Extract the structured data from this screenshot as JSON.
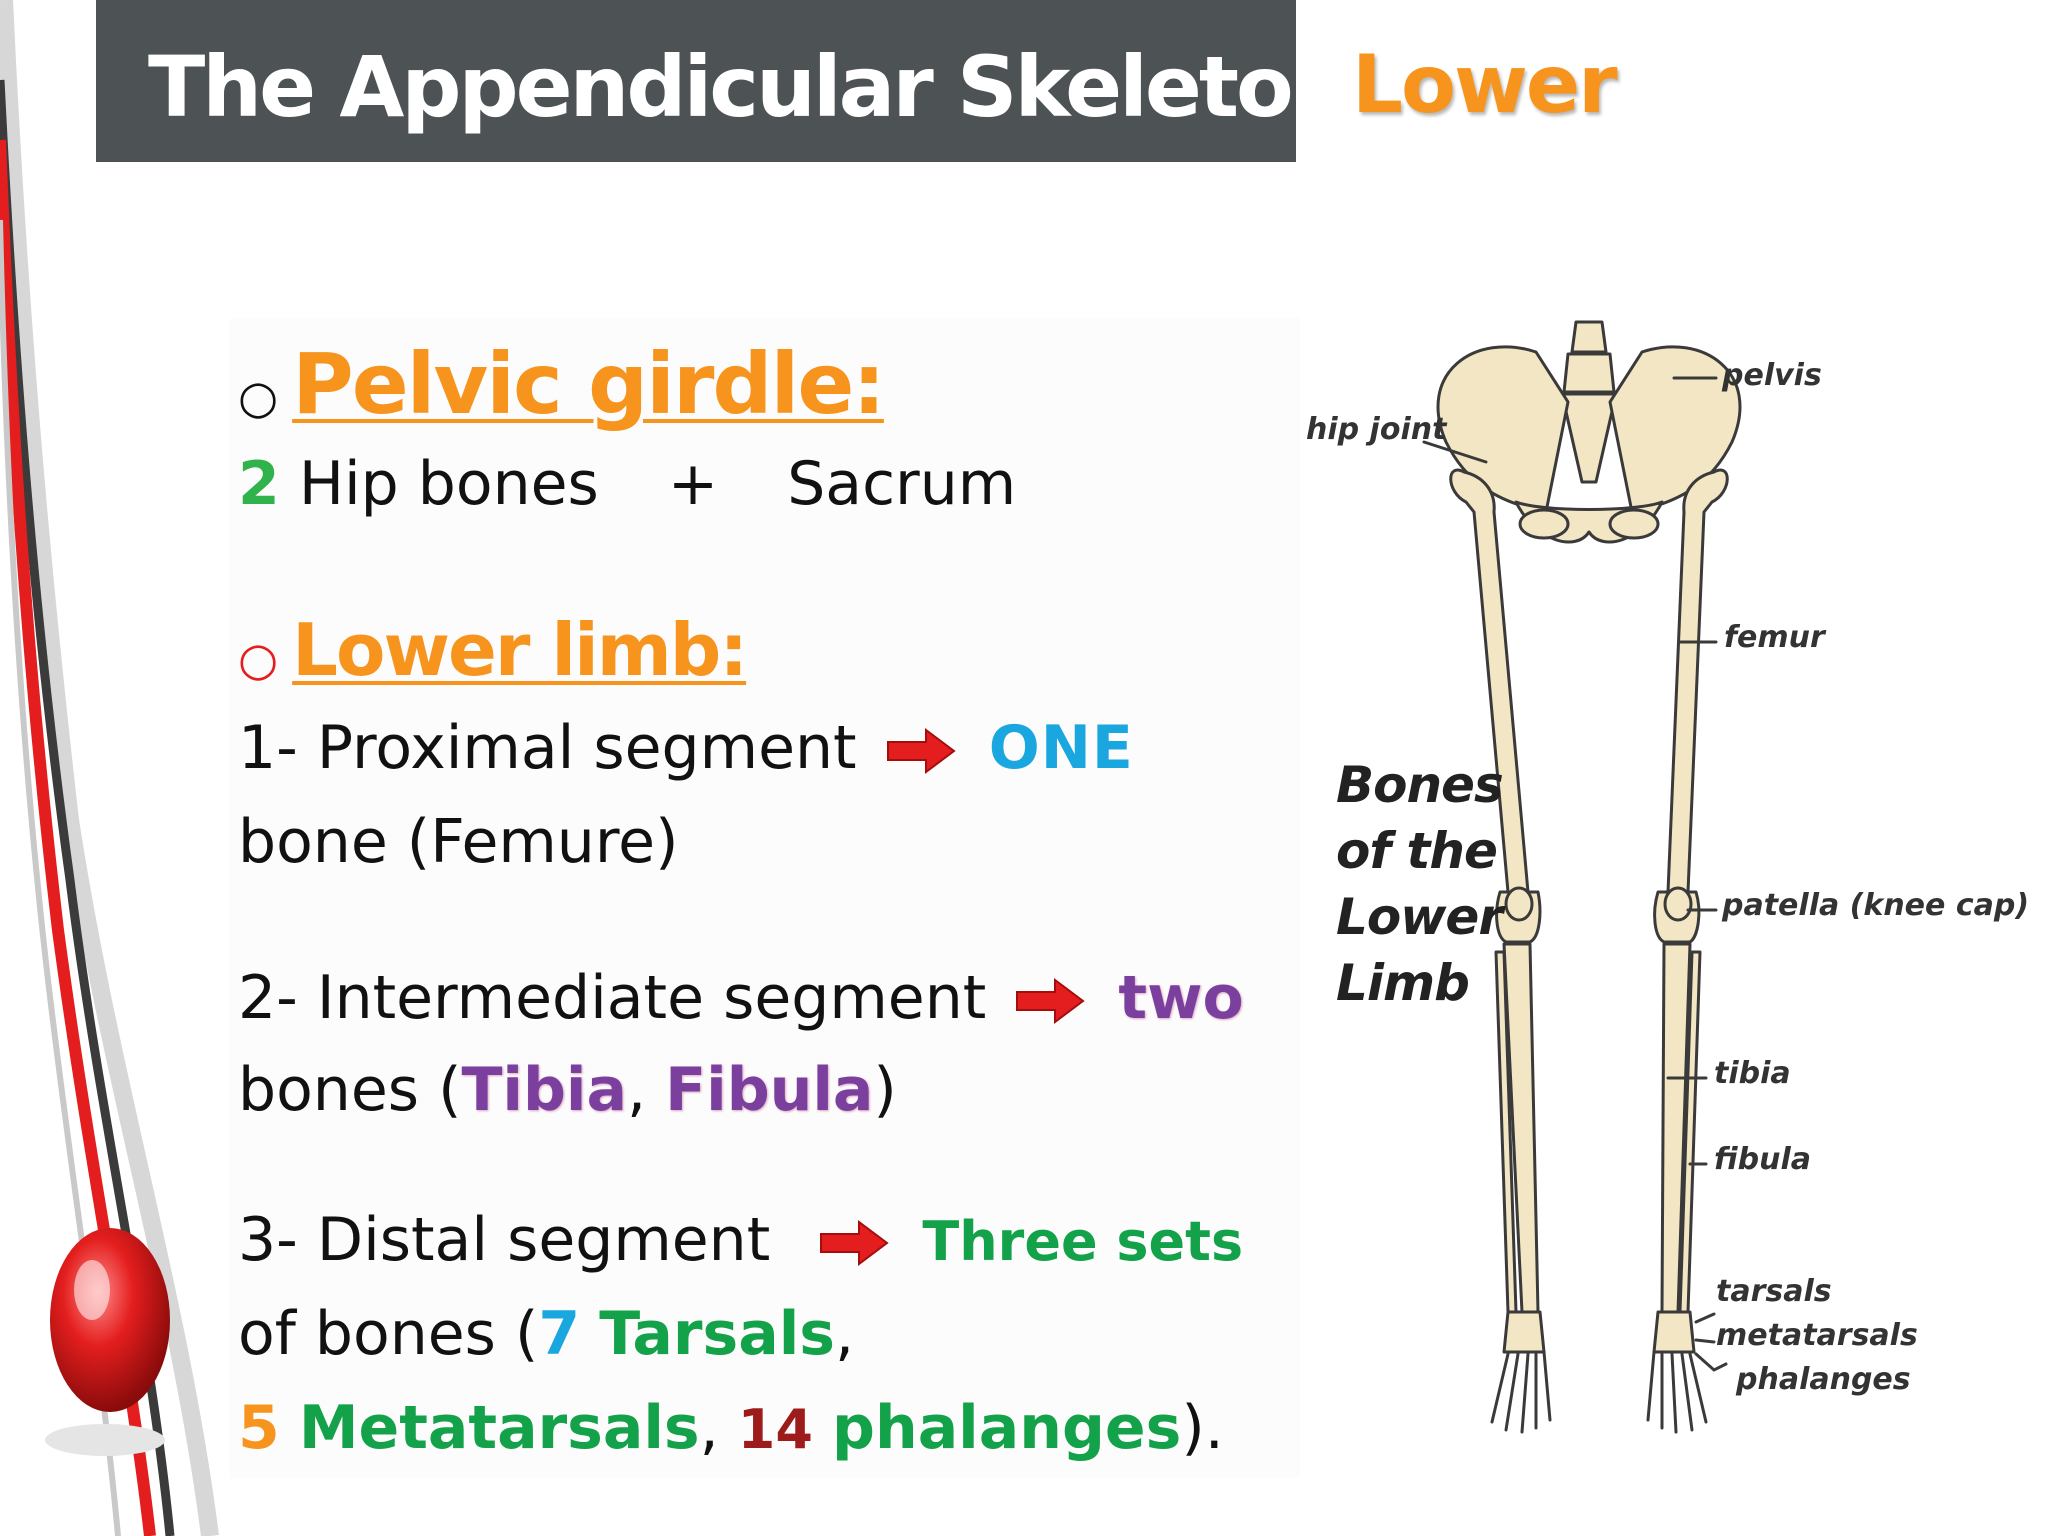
{
  "header": {
    "title": "The Appendicular Skeleton",
    "subtitle": "Lower"
  },
  "content": {
    "pelvic": {
      "heading": "Pelvic girdle:",
      "num": "2",
      "hip": "Hip bones",
      "plus": "+",
      "sacrum": "Sacrum"
    },
    "limb": {
      "heading": "Lower limb:",
      "seg1_text": "1- Proximal segment",
      "seg1_count": "ONE",
      "seg1_line2": "bone (Femure)",
      "seg2_text": "2- Intermediate segment",
      "seg2_count": "two",
      "seg2_bones_open": "bones (",
      "tibia": "Tibia",
      "comma": ",",
      "fibula": "Fibula",
      "close": ")",
      "seg3_text": "3- Distal segment",
      "seg3_count": "Three sets",
      "seg3_of": "of bones (",
      "n7": "7",
      "tarsals": "Tarsals",
      "n5": "5",
      "metatarsals": "Metatarsals",
      "n14": "14",
      "phalanges": "phalanges",
      "end": ")."
    }
  },
  "figure": {
    "caption": [
      "Bones",
      "of the",
      "Lower",
      "Limb"
    ],
    "labels": {
      "pelvis": "pelvis",
      "hip_joint": "hip joint",
      "femur": "femur",
      "patella": "patella (knee cap)",
      "tibia": "tibia",
      "fibula": "fibula",
      "tarsals": "tarsals",
      "metatarsals": "metatarsals",
      "phalanges": "phalanges"
    }
  },
  "colors": {
    "title_bar": "#4d5255",
    "accent_orange": "#f7941d",
    "green": "#2fb34a",
    "cyan": "#1aa7df",
    "purple": "#7b3f9e",
    "dark_red": "#9d1b1b",
    "arrow_red": "#e41e1e"
  }
}
